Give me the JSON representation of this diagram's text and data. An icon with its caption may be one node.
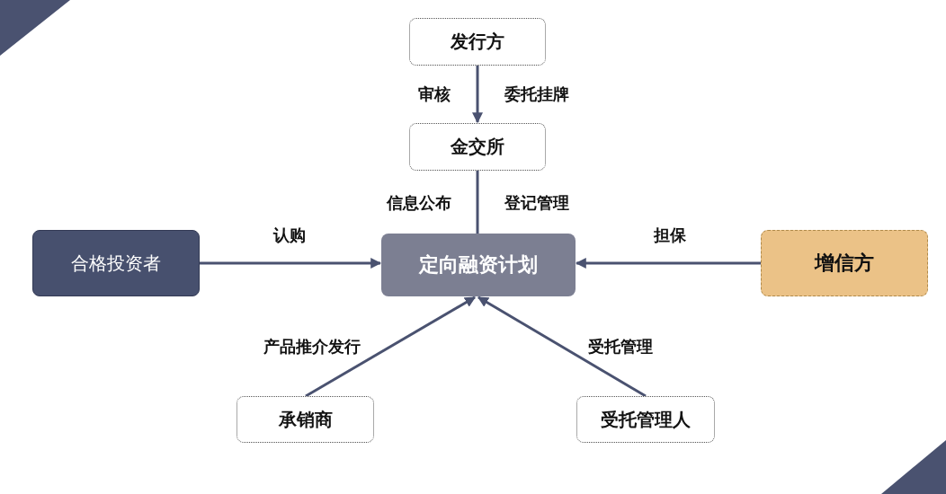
{
  "diagram": {
    "nodes": [
      {
        "text": [
          "发行方"
        ]
      },
      {
        "text": [
          "金交所"
        ]
      },
      {
        "text": [
          "合格投资者"
        ]
      },
      {
        "text": [
          "定向融资计划"
        ]
      },
      {
        "text": [
          "增信方"
        ]
      },
      {
        "text": [
          "承销商"
        ]
      },
      {
        "text": [
          "受托管理人"
        ]
      }
    ],
    "edges": [
      {
        "from": 0,
        "to": 1,
        "arrow": "to",
        "label": "审核"
      },
      {
        "from": 1,
        "to": 3,
        "arrow": "none",
        "label": "信息公布"
      },
      {
        "from": 2,
        "to": 3,
        "arrow": "to",
        "label": "认购"
      },
      {
        "from": 4,
        "to": 3,
        "arrow": "to",
        "label": "担保"
      },
      {
        "from": 5,
        "to": 3,
        "arrow": "to",
        "label": "产品推介发行"
      },
      {
        "from": 6,
        "to": 3,
        "arrow": "to",
        "label": "受托管理"
      }
    ],
    "labels": [
      "委托挂牌",
      "登记管理"
    ]
  }
}
